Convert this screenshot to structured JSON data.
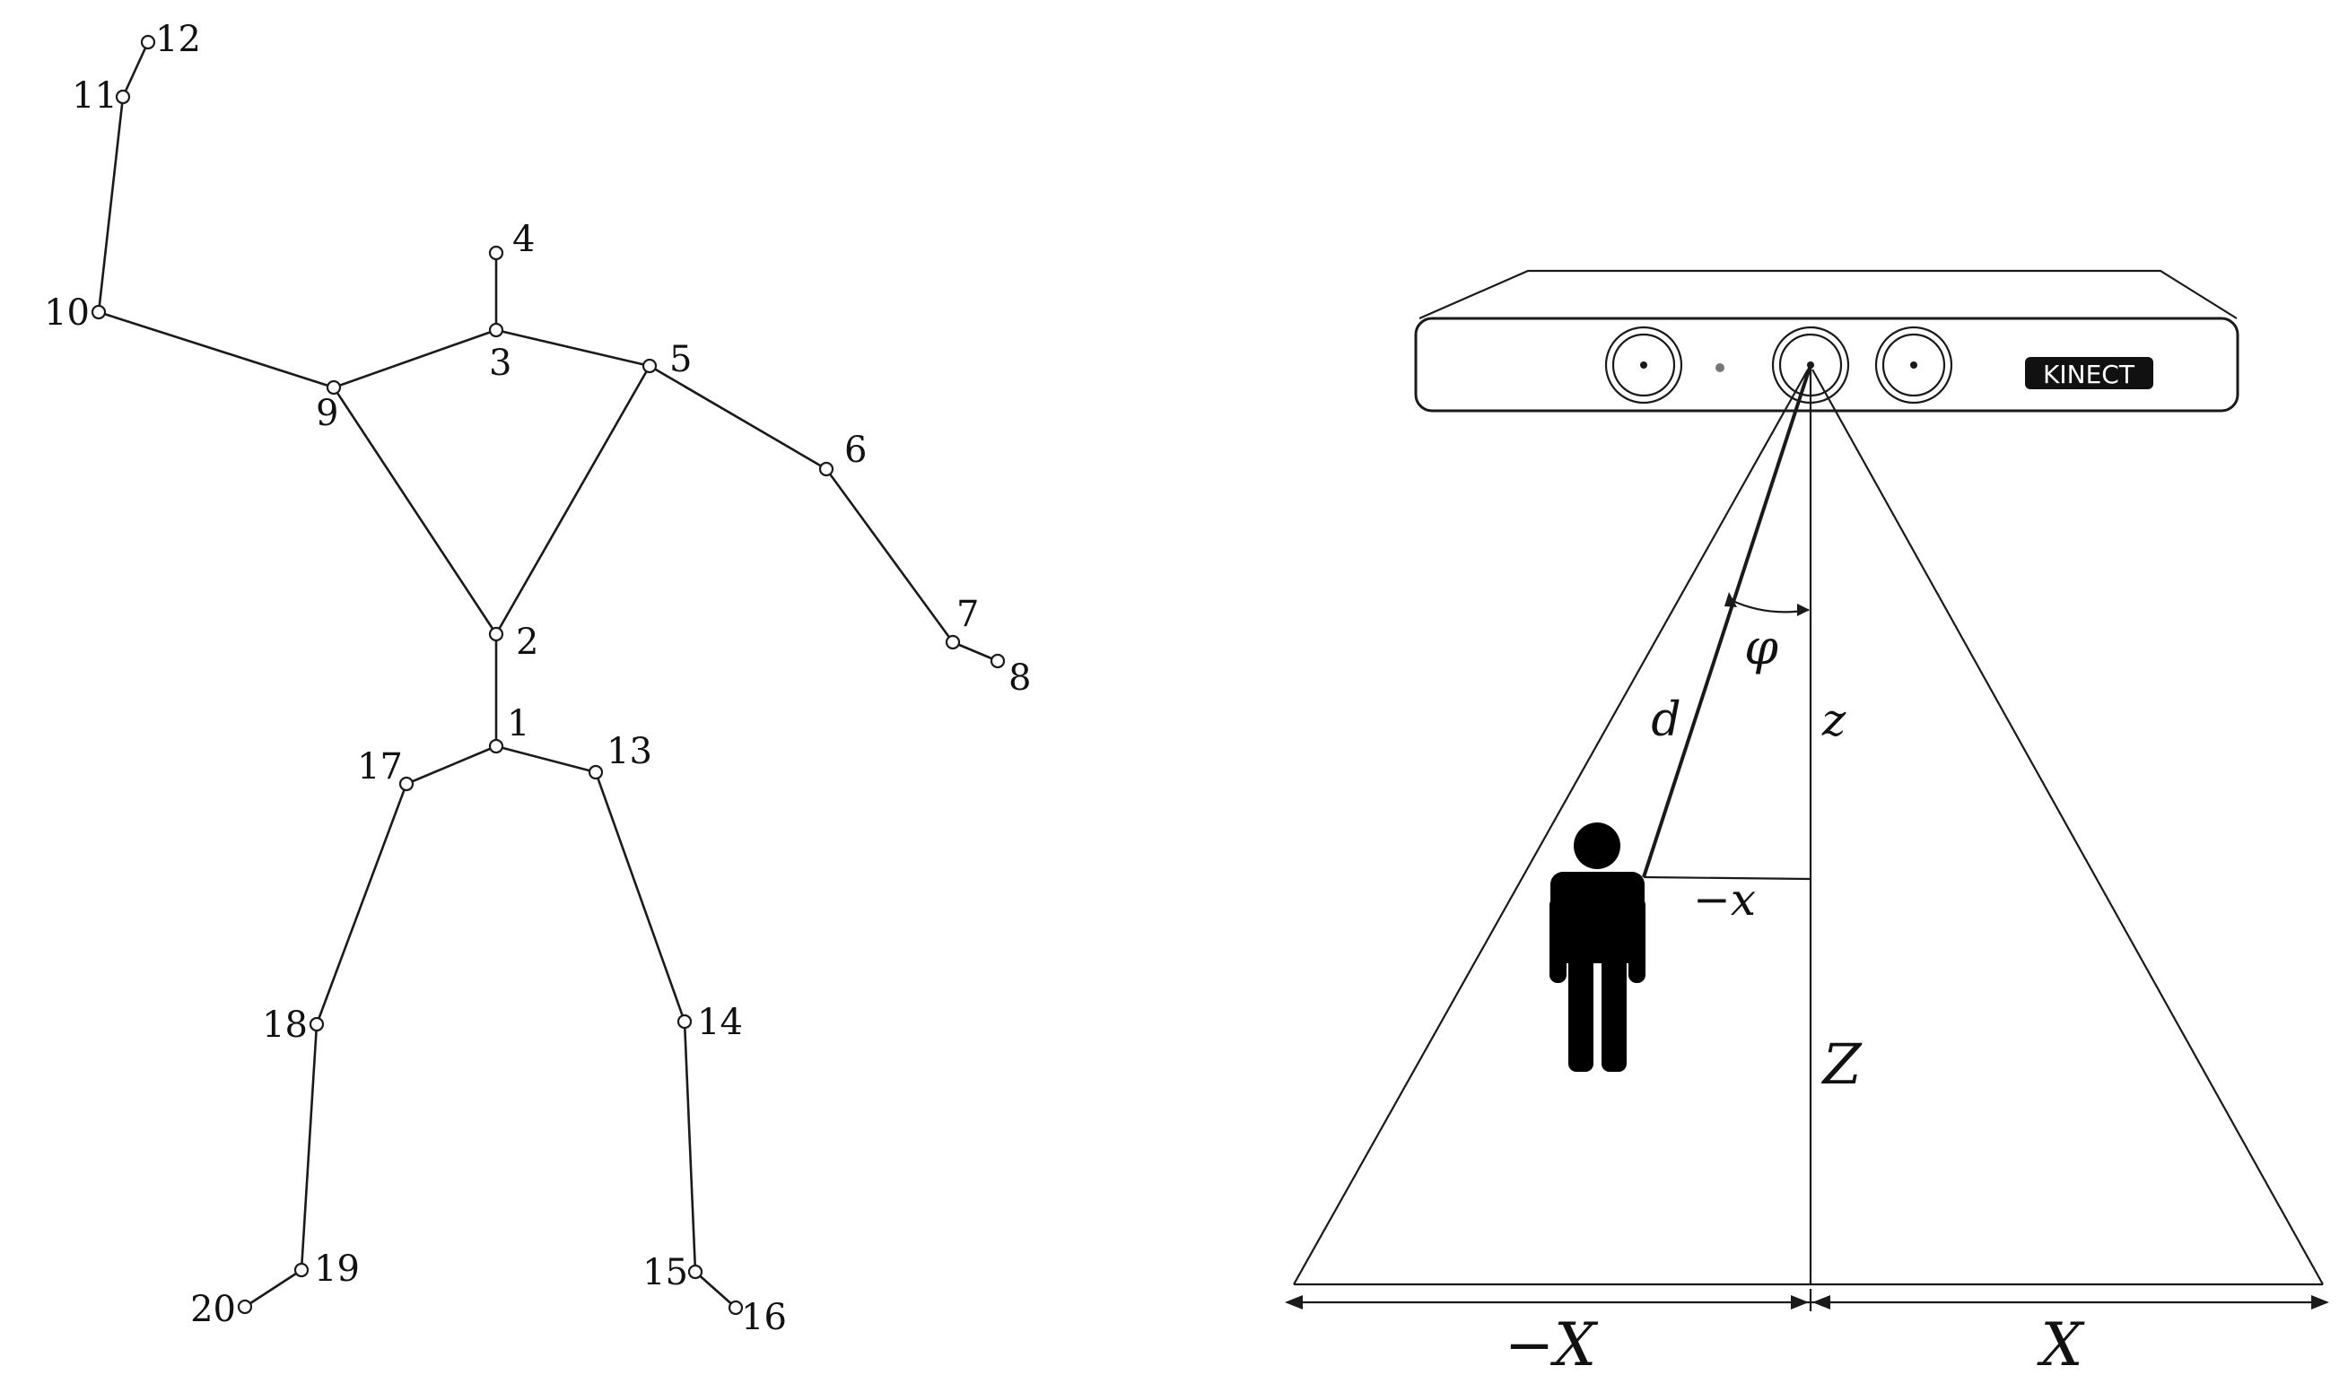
{
  "skeleton": {
    "joints": [
      {
        "id": "1",
        "label": "1"
      },
      {
        "id": "2",
        "label": "2"
      },
      {
        "id": "3",
        "label": "3"
      },
      {
        "id": "4",
        "label": "4"
      },
      {
        "id": "5",
        "label": "5"
      },
      {
        "id": "6",
        "label": "6"
      },
      {
        "id": "7",
        "label": "7"
      },
      {
        "id": "8",
        "label": "8"
      },
      {
        "id": "9",
        "label": "9"
      },
      {
        "id": "10",
        "label": "10"
      },
      {
        "id": "11",
        "label": "11"
      },
      {
        "id": "12",
        "label": "12"
      },
      {
        "id": "13",
        "label": "13"
      },
      {
        "id": "14",
        "label": "14"
      },
      {
        "id": "15",
        "label": "15"
      },
      {
        "id": "16",
        "label": "16"
      },
      {
        "id": "17",
        "label": "17"
      },
      {
        "id": "18",
        "label": "18"
      },
      {
        "id": "19",
        "label": "19"
      },
      {
        "id": "20",
        "label": "20"
      }
    ],
    "bones": [
      [
        "3",
        "4"
      ],
      [
        "3",
        "9"
      ],
      [
        "3",
        "5"
      ],
      [
        "9",
        "10"
      ],
      [
        "10",
        "11"
      ],
      [
        "11",
        "12"
      ],
      [
        "5",
        "6"
      ],
      [
        "6",
        "7"
      ],
      [
        "7",
        "8"
      ],
      [
        "9",
        "2"
      ],
      [
        "5",
        "2"
      ],
      [
        "2",
        "1"
      ],
      [
        "1",
        "17"
      ],
      [
        "1",
        "13"
      ],
      [
        "17",
        "18"
      ],
      [
        "18",
        "19"
      ],
      [
        "19",
        "20"
      ],
      [
        "13",
        "14"
      ],
      [
        "14",
        "15"
      ],
      [
        "15",
        "16"
      ]
    ]
  },
  "sensor": {
    "brand_label": "KINECT",
    "labels": {
      "angle": "φ",
      "distance": "d",
      "depth_small": "z",
      "offset_x": "−x",
      "depth_large": "Z",
      "range_left": "−X",
      "range_right": "X"
    }
  },
  "colors": {
    "ink": "#1a1a1a",
    "background": "#ffffff",
    "label_bg": "#111111"
  }
}
